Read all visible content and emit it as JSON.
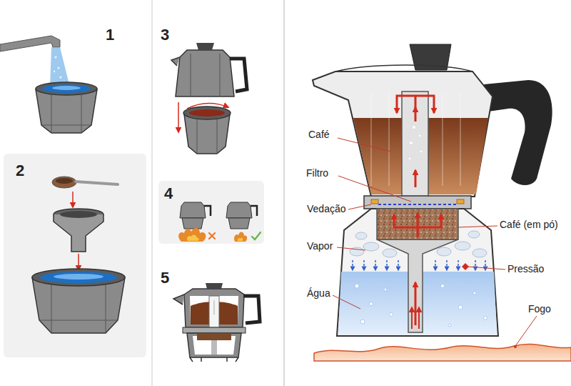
{
  "diagram": {
    "labels": [
      "1",
      "2",
      "3",
      "4",
      "5",
      "Café",
      "Filtro",
      "Vedação",
      "Vapor",
      "Água",
      "Café (em pó)",
      "Pressão",
      "Fogo"
    ]
  }
}
